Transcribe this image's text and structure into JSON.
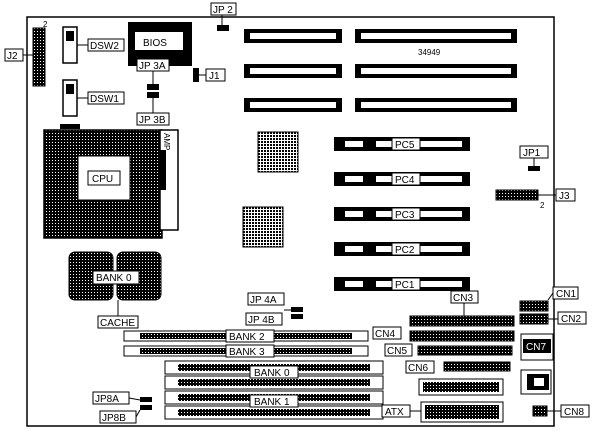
{
  "labels": {
    "bios": "BIOS",
    "dsw2": "DSW2",
    "dsw1": "DSW1",
    "jp2": "JP 2",
    "jp3a": "JP 3A",
    "jp3b": "JP 3B",
    "j1": "J1",
    "j2": "J2",
    "j3": "J3",
    "jp1": "JP1",
    "cpu": "CPU",
    "amp": "AMP",
    "bank0_cache": "BANK 0",
    "cache": "CACHE",
    "model": "34949",
    "pc5": "PC5",
    "pc4": "PC4",
    "pc3": "PC3",
    "pc2": "PC2",
    "pc1": "PC1",
    "jp4a": "JP 4A",
    "jp4b": "JP 4B",
    "bank2": "BANK 2",
    "bank3": "BANK 3",
    "bank0": "BANK 0",
    "bank1": "BANK 1",
    "jp8a": "JP8A",
    "jp8b": "JP8B",
    "cn1": "CN1",
    "cn2": "CN2",
    "cn3": "CN3",
    "cn4": "CN4",
    "cn5": "CN5",
    "cn6": "CN6",
    "cn7": "CN7",
    "cn8": "CN8",
    "atx": "ATX",
    "pin2_top": "2",
    "pin2_j3": "2"
  }
}
